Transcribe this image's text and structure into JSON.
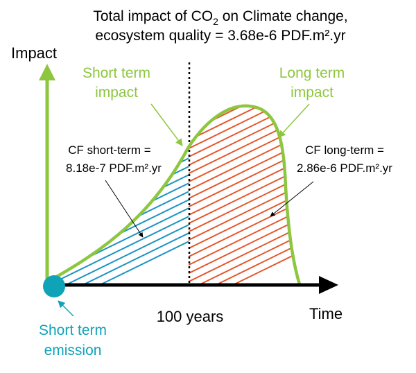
{
  "title": {
    "line1_prefix": "Total impact of CO",
    "line1_subscript": "2",
    "line1_suffix": " on Climate change,",
    "line2": "ecosystem quality = 3.68e-6 PDF.m².yr"
  },
  "axes": {
    "y_label": "Impact",
    "x_label": "Time",
    "divider_label": "100 years"
  },
  "labels": {
    "short_term_impact_line1": "Short term",
    "short_term_impact_line2": "impact",
    "long_term_impact_line1": "Long term",
    "long_term_impact_line2": "impact",
    "cf_short_line1": "CF short-term =",
    "cf_short_line2": "8.18e-7 PDF.m².yr",
    "cf_long_line1": "CF long-term =",
    "cf_long_line2": "2.86e-6 PDF.m².yr",
    "emission_line1": "Short term",
    "emission_line2": "emission"
  },
  "colors": {
    "green": "#8dc63f",
    "teal": "#0fa3b8",
    "blue_hatch": "#1c94c0",
    "red_hatch": "#e5562c",
    "black": "#000000"
  }
}
